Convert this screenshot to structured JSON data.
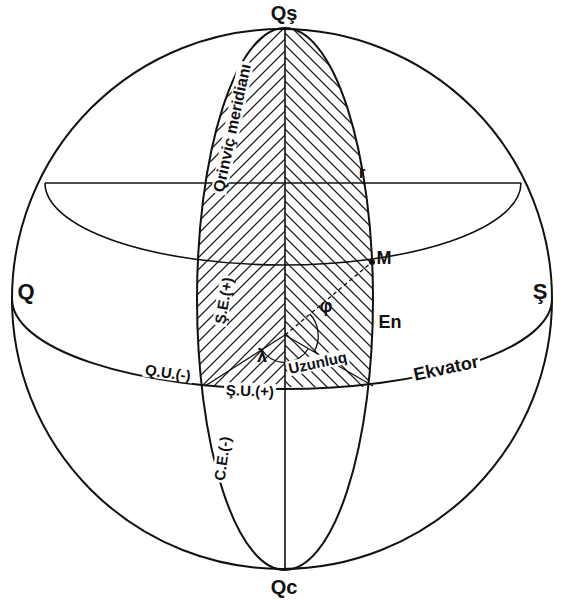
{
  "diagram": {
    "labels": [
      "Qş",
      "r",
      "M",
      "Qrinviç meridianı",
      "Q",
      "Ş",
      "Ş.E.(+)",
      "En",
      "φ",
      "λ",
      "Uzunluq",
      "Q.U.(-)",
      "Ş.U.(+)",
      "Ekvator",
      "C.E.(-)",
      "Qc"
    ]
  }
}
